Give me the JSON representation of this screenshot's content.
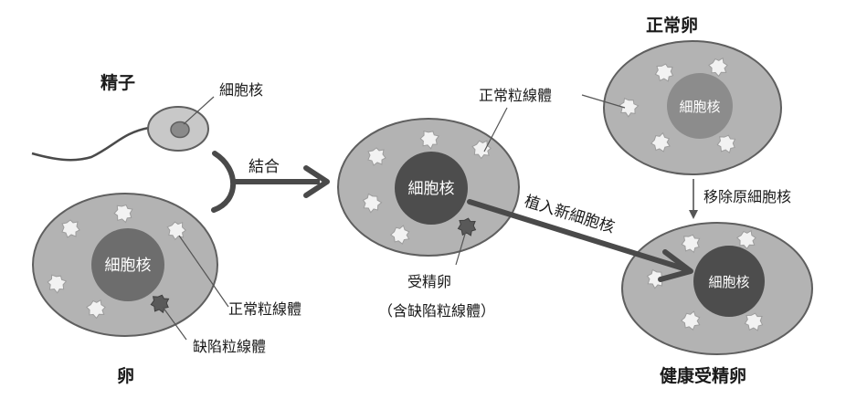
{
  "labels": {
    "sperm_title": "精子",
    "egg_title": "卵",
    "normal_egg_title": "正常卵",
    "healthy_title": "健康受精卵",
    "nucleus": "細胞核",
    "normal_mito": "正常粒線體",
    "defective_mito": "缺陷粒線體",
    "fertilized_egg": "受精卵",
    "fertilized_note": "（含缺陷粒線體）",
    "combine": "結合",
    "transfer_nucleus": "植入新細胞核",
    "remove_nucleus": "移除原細胞核"
  },
  "colors": {
    "cytoplasm": "#b3b3b3",
    "cell_border": "#5f5f5f",
    "dark_nucleus": "#4d4d4d",
    "light_nucleus": "#8c8c8c",
    "normal_mito": "#f2f2f2",
    "defective_mito": "#595959",
    "arrow": "#4a4a4a"
  }
}
